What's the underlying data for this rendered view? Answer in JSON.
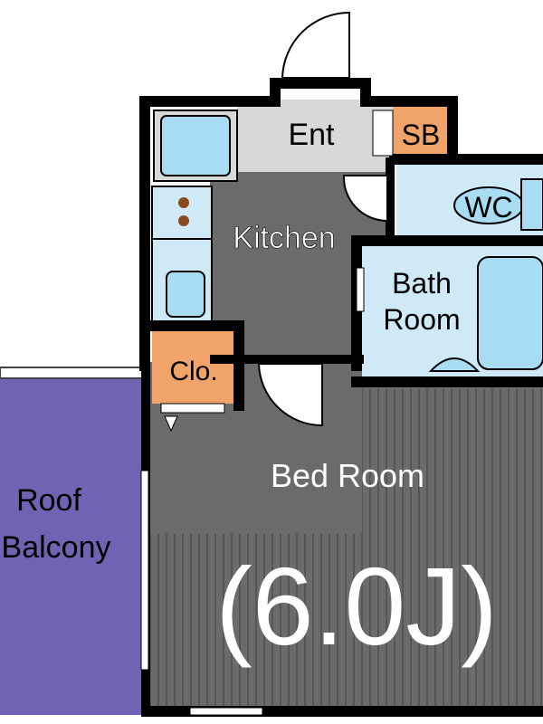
{
  "rooms": {
    "entrance": "Ent",
    "shoe_box": "SB",
    "wc": "WC",
    "kitchen": "Kitchen",
    "bath_line1": "Bath",
    "bath_line2": "Room",
    "closet": "Clo.",
    "bedroom": "Bed Room",
    "bedroom_size": "(6.0J)",
    "balcony_line1": "Roof",
    "balcony_line2": "Balcony"
  },
  "colors": {
    "wall": "#000000",
    "floor_dark": "#6b6b6b",
    "floor_light": "#d8d8d8",
    "closet": "#f0a46a",
    "shoe_box": "#f0a46a",
    "balcony": "#6f64b4",
    "wet_area": "#cfe9f7",
    "fixture": "#a8dcf2",
    "label_light": "#ffffff",
    "label_dark": "#000000"
  }
}
